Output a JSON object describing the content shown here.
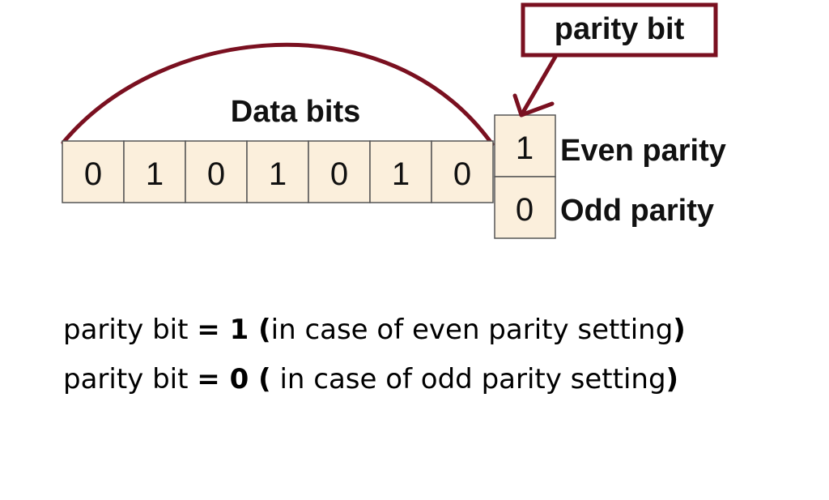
{
  "diagram": {
    "data_bits_label": "Data bits",
    "data_bits": [
      "0",
      "1",
      "0",
      "1",
      "0",
      "1",
      "0"
    ],
    "parity_cells": [
      "1",
      "0"
    ],
    "parity_bit_callout": "parity bit",
    "even_parity_label": "Even parity",
    "odd_parity_label": "Odd parity",
    "colors": {
      "cell_fill": "#fbefdc",
      "cell_border": "#555555",
      "bracket_and_callout": "#7a1020"
    }
  },
  "notes": [
    {
      "prefix": "parity bit ",
      "bold": "= 1 (",
      "text": "in case of even parity setting",
      "suffix": ")"
    },
    {
      "prefix": "parity bit ",
      "bold": "= 0 (",
      "text": " in case of odd parity setting",
      "suffix": ")"
    }
  ]
}
